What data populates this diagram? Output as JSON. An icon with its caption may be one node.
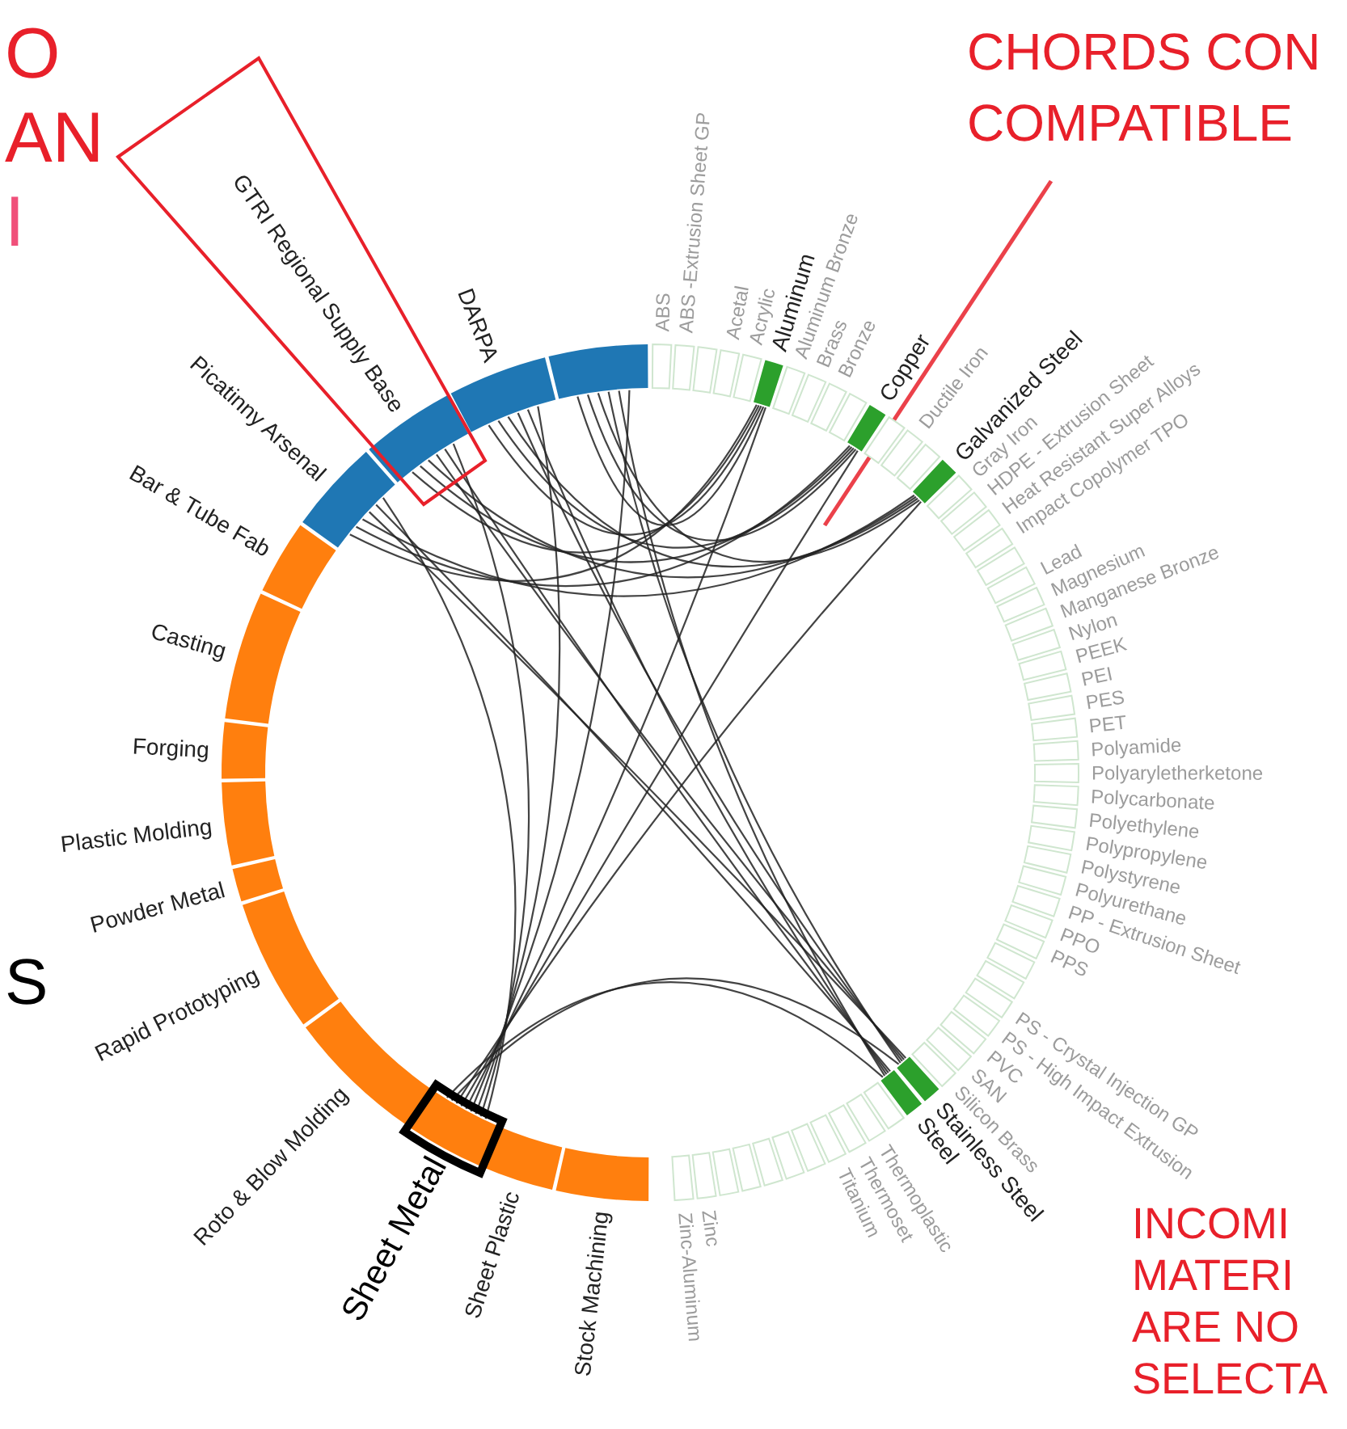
{
  "diagram": {
    "nodes": [
      {
        "text": [
          "ABS"
        ]
      },
      {
        "text": [
          "ABS -Extrusion Sheet GP"
        ]
      },
      {
        "text": [],
        "shape": "box"
      },
      {
        "text": [
          "Acetal"
        ]
      },
      {
        "text": [
          "Acrylic"
        ]
      },
      {
        "text": [
          "Aluminum"
        ]
      },
      {
        "text": [
          "Aluminum Bronze"
        ]
      },
      {
        "text": [
          "Brass"
        ]
      },
      {
        "text": [
          "Bronze"
        ]
      },
      {
        "text": [],
        "shape": "box"
      },
      {
        "text": [
          "Copper"
        ]
      },
      {
        "text": [],
        "shape": "box"
      },
      {
        "text": [
          "Ductile Iron"
        ]
      },
      {
        "text": [],
        "shape": "box"
      },
      {
        "text": [
          "Galvanized Steel"
        ]
      },
      {
        "text": [
          "Gray Iron"
        ]
      },
      {
        "text": [
          "HDPE - Extrusion Sheet"
        ]
      },
      {
        "text": [
          "Heat Resistant Super Alloys"
        ]
      },
      {
        "text": [
          "Impact Copolymer TPO"
        ]
      },
      {
        "text": [],
        "shape": "box"
      },
      {
        "text": [
          "Lead"
        ]
      },
      {
        "text": [
          "Magnesium"
        ]
      },
      {
        "text": [
          "Manganese Bronze"
        ]
      },
      {
        "text": [
          "Nylon"
        ]
      },
      {
        "text": [
          "PEEK"
        ]
      },
      {
        "text": [
          "PEI"
        ]
      },
      {
        "text": [
          "PES"
        ]
      },
      {
        "text": [
          "PET"
        ]
      },
      {
        "text": [
          "Polyamide"
        ]
      },
      {
        "text": [
          "Polyaryletherketone"
        ]
      },
      {
        "text": [
          "Polycarbonate"
        ]
      },
      {
        "text": [
          "Polyethylene"
        ]
      },
      {
        "text": [
          "Polypropylene"
        ]
      },
      {
        "text": [
          "Polystyrene"
        ]
      },
      {
        "text": [
          "Polyurethane"
        ]
      },
      {
        "text": [
          "PP - Extrusion Sheet"
        ]
      },
      {
        "text": [
          "PPO"
        ]
      },
      {
        "text": [
          "PPS"
        ]
      },
      {
        "text": [],
        "shape": "box"
      },
      {
        "text": [],
        "shape": "box"
      },
      {
        "text": [
          "PS - Crystal Injection GP"
        ]
      },
      {
        "text": [
          "PS - High Impact Extrusion"
        ]
      },
      {
        "text": [
          "PVC"
        ]
      },
      {
        "text": [
          "SAN"
        ]
      },
      {
        "text": [
          "Silicon Brass"
        ]
      },
      {
        "text": [
          "Stainless Steel"
        ]
      },
      {
        "text": [
          "Steel"
        ]
      },
      {
        "text": [],
        "shape": "box"
      },
      {
        "text": [
          "Thermoplastic"
        ]
      },
      {
        "text": [
          "Thermoset"
        ]
      },
      {
        "text": [
          "Titanium"
        ]
      },
      {
        "text": [],
        "shape": "box"
      },
      {
        "text": [],
        "shape": "box"
      },
      {
        "text": [],
        "shape": "box"
      },
      {
        "text": [],
        "shape": "box"
      },
      {
        "text": [],
        "shape": "box"
      },
      {
        "text": [
          "Zinc"
        ]
      },
      {
        "text": [
          "Zinc-Aluminum"
        ]
      },
      {
        "text": [
          "Stock Machining"
        ]
      },
      {
        "text": [
          "Sheet Plastic"
        ]
      },
      {
        "text": [
          "Sheet Metal"
        ]
      },
      {
        "text": [
          "Roto & Blow Molding"
        ]
      },
      {
        "text": [
          "Rapid Prototyping"
        ]
      },
      {
        "text": [
          "Powder Metal"
        ]
      },
      {
        "text": [
          "Plastic Molding"
        ]
      },
      {
        "text": [
          "Forging"
        ]
      },
      {
        "text": [
          "Casting"
        ]
      },
      {
        "text": [
          "Bar & Tube Fab"
        ]
      },
      {
        "text": [
          "Picatinny Arsenal"
        ]
      },
      {
        "text": [
          "GTRI Regional Supply Base"
        ]
      },
      {
        "text": [
          "DARPA"
        ]
      },
      {
        "text": [],
        "shape": "bar"
      },
      {
        "text": [
          "CHORDS CON COMPATIBLE"
        ]
      }
    ],
    "edges": [
      {
        "from": 68,
        "to": 5,
        "arrow": "none"
      },
      {
        "from": 68,
        "to": 10,
        "arrow": "none"
      },
      {
        "from": 68,
        "to": 14,
        "arrow": "none"
      },
      {
        "from": 68,
        "to": 45,
        "arrow": "none"
      },
      {
        "from": 68,
        "to": 46,
        "arrow": "none"
      },
      {
        "from": 69,
        "to": 5,
        "arrow": "none"
      },
      {
        "from": 69,
        "to": 10,
        "arrow": "none"
      },
      {
        "from": 69,
        "to": 14,
        "arrow": "none"
      },
      {
        "from": 69,
        "to": 45,
        "arrow": "none"
      },
      {
        "from": 69,
        "to": 46,
        "arrow": "none"
      },
      {
        "from": 70,
        "to": 5,
        "arrow": "none"
      },
      {
        "from": 70,
        "to": 10,
        "arrow": "none"
      },
      {
        "from": 70,
        "to": 14,
        "arrow": "none"
      },
      {
        "from": 70,
        "to": 45,
        "arrow": "none"
      },
      {
        "from": 70,
        "to": 46,
        "arrow": "none"
      },
      {
        "from": 71,
        "to": 5,
        "arrow": "none"
      },
      {
        "from": 71,
        "to": 10,
        "arrow": "none"
      },
      {
        "from": 71,
        "to": 14,
        "arrow": "none"
      },
      {
        "from": 71,
        "to": 45,
        "arrow": "none"
      },
      {
        "from": 71,
        "to": 46,
        "arrow": "none"
      },
      {
        "from": 60,
        "to": 68,
        "arrow": "none"
      },
      {
        "from": 60,
        "to": 69,
        "arrow": "none"
      },
      {
        "from": 60,
        "to": 70,
        "arrow": "none"
      },
      {
        "from": 60,
        "to": 71,
        "arrow": "none"
      },
      {
        "from": 60,
        "to": 5,
        "arrow": "none"
      },
      {
        "from": 60,
        "to": 10,
        "arrow": "none"
      },
      {
        "from": 60,
        "to": 14,
        "arrow": "none"
      },
      {
        "from": 60,
        "to": 45,
        "arrow": "none"
      },
      {
        "from": 60,
        "to": 46,
        "arrow": "none"
      },
      {
        "from": 72,
        "to": null,
        "arrow": "none",
        "color": "#e8202a"
      }
    ],
    "labels": [
      "O",
      "AN",
      "I",
      "S",
      "INCOMI MATERI ARE NO SELECTA"
    ]
  }
}
